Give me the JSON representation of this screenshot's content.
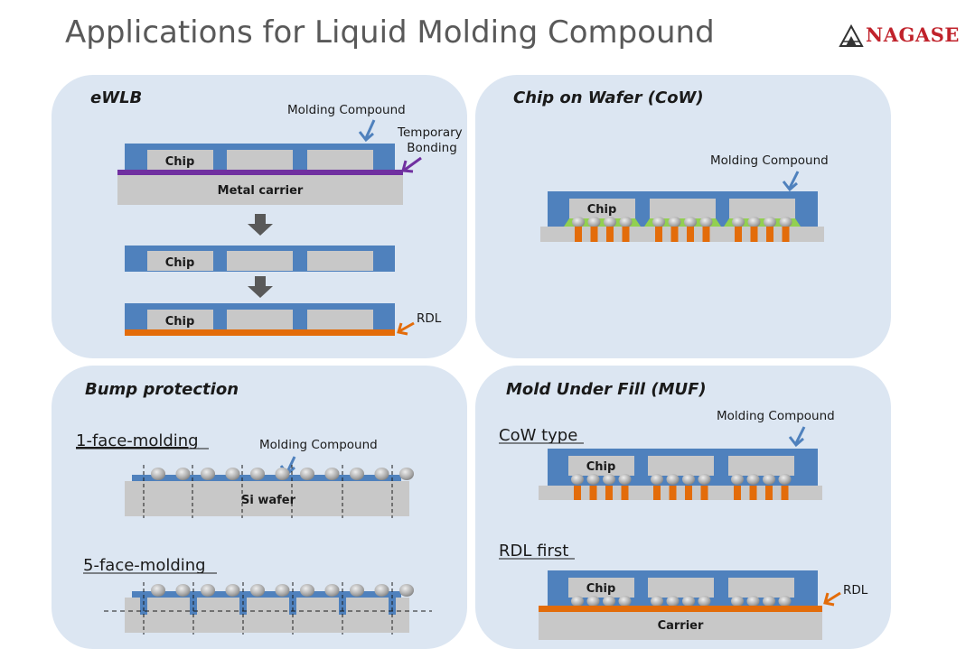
{
  "header": {
    "title": "Applications for Liquid Molding Compound",
    "logo_text": "NAGASE"
  },
  "colors": {
    "panel": "#dce6f2",
    "mold": "#4f81bd",
    "chip": "#c8c8c8",
    "substrate": "#c8c8c8",
    "temporary_bonding": "#7030a0",
    "rdl": "#e36c0a",
    "underfill": "#92d050",
    "arrow_gray": "#595959",
    "logo_red": "#c0222b"
  },
  "ewlb": {
    "title": "eWLB",
    "molding_compound": "Molding Compound",
    "temporary_bonding": "Temporary Bonding",
    "chip": "Chip",
    "metal_carrier": "Metal carrier",
    "rdl": "RDL"
  },
  "cow": {
    "title": "Chip on Wafer (CoW)",
    "molding_compound": "Molding Compound",
    "chip": "Chip"
  },
  "bump": {
    "title": "Bump protection",
    "one_face": "1-face-molding",
    "molding_compound": "Molding Compound",
    "si_wafer": "Si wafer",
    "five_face": "5-face-molding"
  },
  "muf": {
    "title": "Mold Under Fill (MUF)",
    "cow_type": "CoW type",
    "molding_compound": "Molding Compound",
    "chip": "Chip",
    "rdl_first": "RDL first",
    "rdl": "RDL",
    "carrier": "Carrier"
  }
}
